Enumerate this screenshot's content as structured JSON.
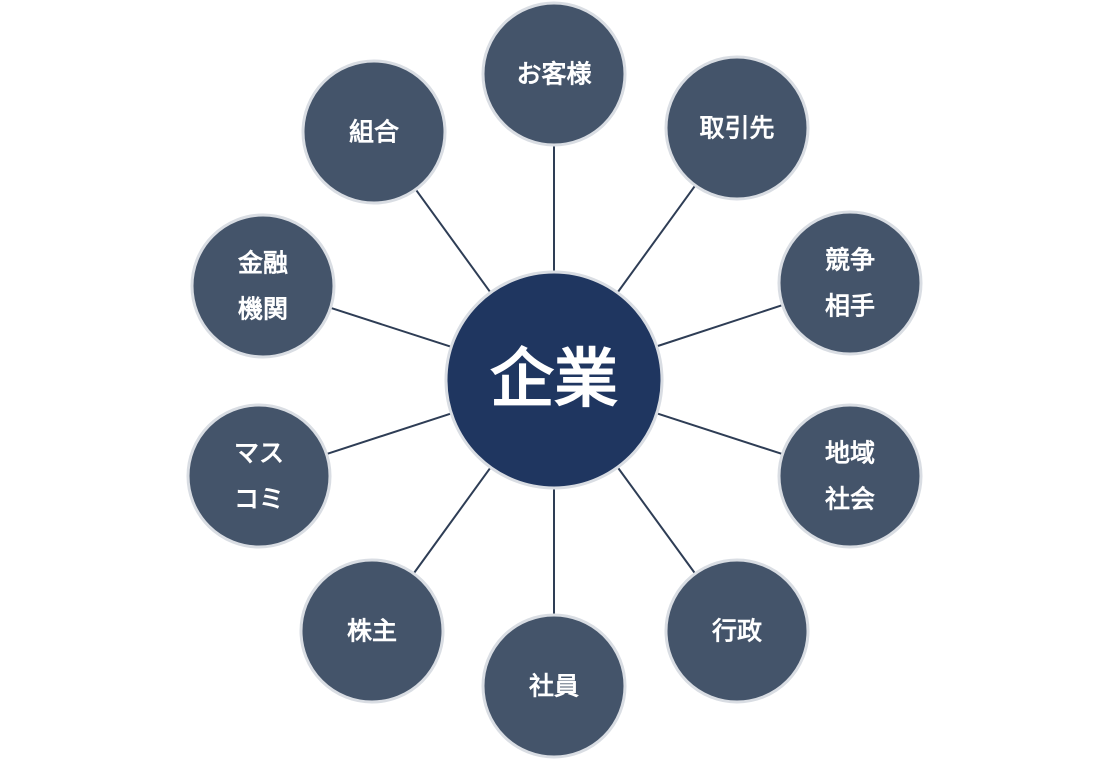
{
  "colors": {
    "center_fill": "#1f3660",
    "node_fill": "#44546a",
    "node_border": "#d9dde3",
    "line": "#2e3d55",
    "text": "#ffffff"
  },
  "center": {
    "label": [
      "企業"
    ]
  },
  "nodes": [
    {
      "id": "okyakusama",
      "label": [
        "お客様"
      ]
    },
    {
      "id": "torihikisaki",
      "label": [
        "取引先"
      ]
    },
    {
      "id": "kyoso-aite",
      "label": [
        "競争",
        "相手"
      ]
    },
    {
      "id": "chiiki-shakai",
      "label": [
        "地域",
        "社会"
      ]
    },
    {
      "id": "gyosei",
      "label": [
        "行政"
      ]
    },
    {
      "id": "shain",
      "label": [
        "社員"
      ]
    },
    {
      "id": "kabunushi",
      "label": [
        "株主"
      ]
    },
    {
      "id": "masukomi",
      "label": [
        "マス",
        "コミ"
      ]
    },
    {
      "id": "kinyu-kikan",
      "label": [
        "金融",
        "機関"
      ]
    },
    {
      "id": "kumiai",
      "label": [
        "組合"
      ]
    }
  ]
}
